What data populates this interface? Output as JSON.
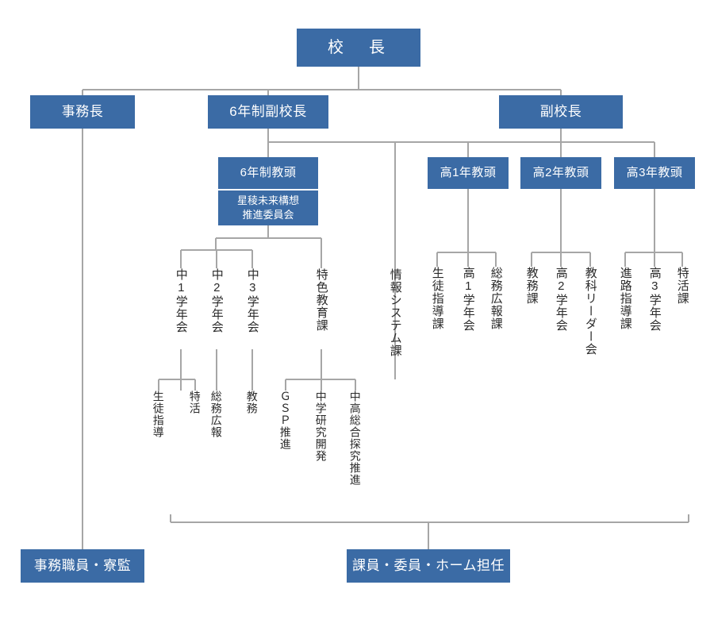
{
  "chart_data": {
    "type": "diagram",
    "title": "校務分掌組織図",
    "colors": {
      "box_fill": "#3b6ba5",
      "box_text": "#ffffff",
      "line": "#a6a6a6",
      "label_text": "#2b2b2b",
      "background": "#ffffff"
    },
    "boxes": [
      {
        "id": "principal",
        "label": "校　長",
        "level": 1
      },
      {
        "id": "jimucho",
        "label": "事務長",
        "level": 2
      },
      {
        "id": "rokunensei_fukukocho",
        "label": "6年制副校長",
        "level": 2
      },
      {
        "id": "fukukocho",
        "label": "副校長",
        "level": 2
      },
      {
        "id": "rokunensei_kyoto",
        "label": "6年制教頭",
        "level": 3
      },
      {
        "id": "mirai_iinkai",
        "label": "星稜未来構想\n推進委員会",
        "level": 3
      },
      {
        "id": "ko1_kyoto",
        "label": "高1年教頭",
        "level": 3
      },
      {
        "id": "ko2_kyoto",
        "label": "高2年教頭",
        "level": 3
      },
      {
        "id": "ko3_kyoto",
        "label": "高3年教頭",
        "level": 3
      },
      {
        "id": "jimu_shokuin",
        "label": "事務職員・寮監",
        "level": 4
      },
      {
        "id": "kain_iin_home",
        "label": "課員・委員・ホーム担任",
        "level": 4
      }
    ],
    "vertical_labels": [
      {
        "id": "chu1",
        "label": "中1学年会",
        "parent": "rokunensei_kyoto"
      },
      {
        "id": "chu2",
        "label": "中2学年会",
        "parent": "rokunensei_kyoto"
      },
      {
        "id": "chu3",
        "label": "中3学年会",
        "parent": "rokunensei_kyoto"
      },
      {
        "id": "tokushoku",
        "label": "特色教育課",
        "parent": "rokunensei_kyoto"
      },
      {
        "id": "joho_system",
        "label": "情報システム課",
        "parent": "rokunensei_fukukocho"
      },
      {
        "id": "seito_shidou_ka",
        "label": "生徒指導課",
        "parent": "ko1_kyoto"
      },
      {
        "id": "ko1_gakunenkai",
        "label": "高1学年会",
        "parent": "ko1_kyoto"
      },
      {
        "id": "soumu_kouhou_ka",
        "label": "総務広報課",
        "parent": "ko1_kyoto"
      },
      {
        "id": "kyoumu_ka",
        "label": "教務課",
        "parent": "ko2_kyoto"
      },
      {
        "id": "ko2_gakunenkai",
        "label": "高2学年会",
        "parent": "ko2_kyoto"
      },
      {
        "id": "kyouka_leader",
        "label": "教科リーダー会",
        "parent": "ko2_kyoto"
      },
      {
        "id": "shinro_shidou_ka",
        "label": "進路指導課",
        "parent": "ko3_kyoto"
      },
      {
        "id": "ko3_gakunenkai",
        "label": "高3学年会",
        "parent": "ko3_kyoto"
      },
      {
        "id": "tokkatsu_ka",
        "label": "特活課",
        "parent": "ko3_kyoto"
      },
      {
        "id": "seito_shidou",
        "label": "生徒指導",
        "parent": "chu_group"
      },
      {
        "id": "tokkatsu",
        "label": "特活",
        "parent": "chu_group"
      },
      {
        "id": "soumu_kouhou",
        "label": "総務広報",
        "parent": "chu2"
      },
      {
        "id": "kyoumu",
        "label": "教務",
        "parent": "chu3"
      },
      {
        "id": "gsp",
        "label": "ＧＳＰ推進",
        "parent": "tokushoku"
      },
      {
        "id": "chugaku_kenkyu",
        "label": "中学研究開発",
        "parent": "tokushoku"
      },
      {
        "id": "chuko_sougou",
        "label": "中高総合探究推進",
        "parent": "tokushoku"
      }
    ]
  },
  "boxes": {
    "principal": "校　長",
    "jimucho": "事務長",
    "rokunensei_fukukocho": "6年制副校長",
    "fukukocho": "副校長",
    "rokunensei_kyoto": "6年制教頭",
    "mirai_iinkai_line1": "星稜未来構想",
    "mirai_iinkai_line2": "推進委員会",
    "ko1_kyoto": "高1年教頭",
    "ko2_kyoto": "高2年教頭",
    "ko3_kyoto": "高3年教頭",
    "jimu_shokuin": "事務職員・寮監",
    "kain_iin_home": "課員・委員・ホーム担任"
  },
  "labels": {
    "chu1": "中1学年会",
    "chu2": "中2学年会",
    "chu3": "中3学年会",
    "tokushoku": "特色教育課",
    "joho_system": "情報システム課",
    "seito_shidou_ka": "生徒指導課",
    "ko1_gakunenkai": "高1学年会",
    "soumu_kouhou_ka": "総務広報課",
    "kyoumu_ka": "教務課",
    "ko2_gakunenkai": "高2学年会",
    "kyouka_leader": "教科リーダー会",
    "shinro_shidou_ka": "進路指導課",
    "ko3_gakunenkai": "高3学年会",
    "tokkatsu_ka": "特活課",
    "seito_shidou": "生徒指導",
    "tokkatsu": "特活",
    "soumu_kouhou": "総務広報",
    "kyoumu": "教務",
    "gsp": "ＧＳＰ推進",
    "chugaku_kenkyu": "中学研究開発",
    "chuko_sougou": "中高総合探究推進"
  }
}
